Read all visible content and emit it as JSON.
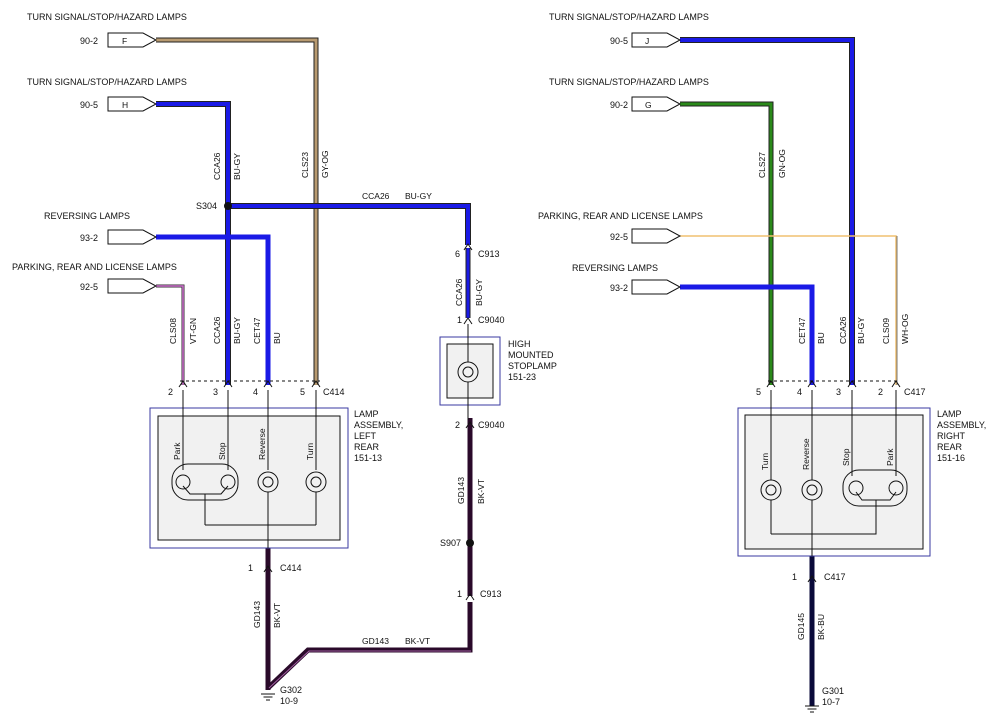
{
  "colors": {
    "blue": "#1a1ae6",
    "tan": "#b89a70",
    "green": "#2a8a1a",
    "violet": "#d070d0",
    "orange": "#f0c070",
    "black_violet": "#2a0a2a",
    "black_blue": "#0a0a3a"
  },
  "left": {
    "ts1": {
      "title": "TURN SIGNAL/STOP/HAZARD LAMPS",
      "ref": "90-2",
      "pin": "F"
    },
    "ts2": {
      "title": "TURN SIGNAL/STOP/HAZARD LAMPS",
      "ref": "90-5",
      "pin": "H"
    },
    "rev": {
      "title": "REVERSING LAMPS",
      "ref": "93-2"
    },
    "park": {
      "title": "PARKING, REAR AND LICENSE LAMPS",
      "ref": "92-5"
    },
    "splice": "S304",
    "wires": {
      "cca26_a": "CCA26",
      "cca26_a_color": "BU-GY",
      "cls23": "CLS23",
      "cls23_color": "GY-OG",
      "cls08": "CLS08",
      "cls08_color": "VT-GN",
      "cca26_b": "CCA26",
      "cca26_b_color": "BU-GY",
      "cet47": "CET47",
      "cet47_color": "BU",
      "bus": "CCA26",
      "bus_color": "BU-GY",
      "gd143": "GD143",
      "gd143_color": "BK-VT",
      "gd143_h": "GD143",
      "gd143_h_color": "BK-VT"
    },
    "connector": "C414",
    "pins": [
      "2",
      "3",
      "4",
      "5"
    ],
    "assembly": {
      "l1": "LAMP",
      "l2": "ASSEMBLY,",
      "l3": "LEFT",
      "l4": "REAR",
      "ref": "151-13"
    },
    "bulbs": [
      "Park",
      "Stop",
      "Reverse",
      "Turn"
    ],
    "ground_conn": {
      "pin": "1",
      "name": "C414"
    },
    "ground": {
      "name": "G302",
      "ref": "10-9"
    }
  },
  "center": {
    "c913_top": {
      "pin": "6",
      "name": "C913"
    },
    "wire_top": "CCA26",
    "wire_top_color": "BU-GY",
    "c9040_top": {
      "pin": "1",
      "name": "C9040"
    },
    "lamp": {
      "l1": "HIGH",
      "l2": "MOUNTED",
      "l3": "STOPLAMP",
      "ref": "151-23"
    },
    "c9040_bot": {
      "pin": "2",
      "name": "C9040"
    },
    "wire_bot": "GD143",
    "wire_bot_color": "BK-VT",
    "splice": "S907",
    "c913_bot": {
      "pin": "1",
      "name": "C913"
    }
  },
  "right": {
    "ts1": {
      "title": "TURN SIGNAL/STOP/HAZARD LAMPS",
      "ref": "90-5",
      "pin": "J"
    },
    "ts2": {
      "title": "TURN SIGNAL/STOP/HAZARD LAMPS",
      "ref": "90-2",
      "pin": "G"
    },
    "park": {
      "title": "PARKING, REAR AND LICENSE LAMPS",
      "ref": "92-5"
    },
    "rev": {
      "title": "REVERSING LAMPS",
      "ref": "93-2"
    },
    "wires": {
      "cls27": "CLS27",
      "cls27_color": "GN-OG",
      "cet47": "CET47",
      "cet47_color": "BU",
      "cca26": "CCA26",
      "cca26_color": "BU-GY",
      "cls09": "CLS09",
      "cls09_color": "WH-OG",
      "gd145": "GD145",
      "gd145_color": "BK-BU"
    },
    "connector": "C417",
    "pins": [
      "5",
      "4",
      "3",
      "2"
    ],
    "assembly": {
      "l1": "LAMP",
      "l2": "ASSEMBLY,",
      "l3": "RIGHT",
      "l4": "REAR",
      "ref": "151-16"
    },
    "bulbs": [
      "Turn",
      "Reverse",
      "Stop",
      "Park"
    ],
    "ground_conn": {
      "pin": "1",
      "name": "C417"
    },
    "ground": {
      "name": "G301",
      "ref": "10-7"
    }
  }
}
